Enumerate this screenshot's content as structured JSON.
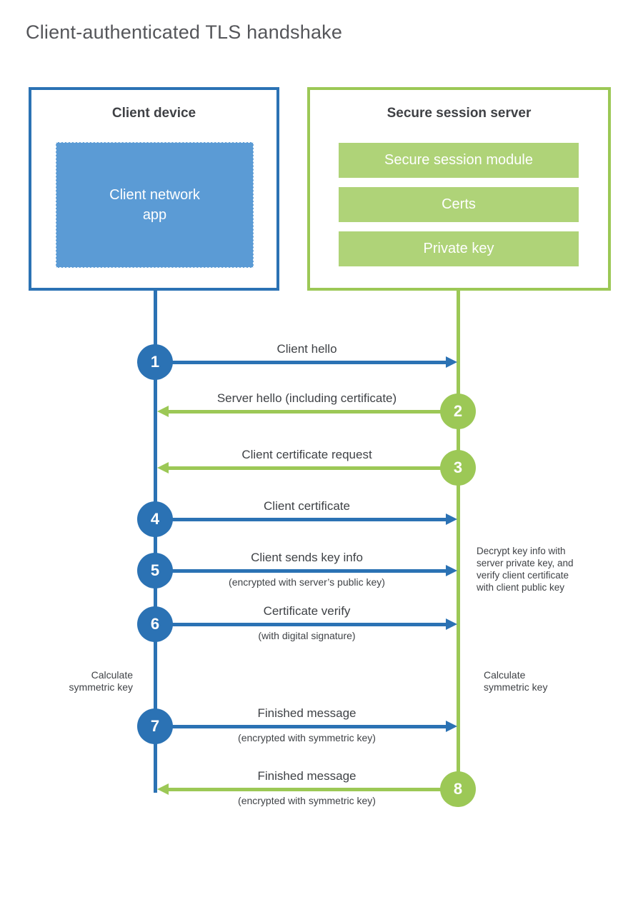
{
  "title": "Client-authenticated TLS handshake",
  "client": {
    "title": "Client device",
    "app_lines": [
      "Client network",
      "app"
    ]
  },
  "server": {
    "title": "Secure session server",
    "modules": [
      "Secure session module",
      "Certs",
      "Private key"
    ]
  },
  "steps": [
    {
      "num": "1",
      "label": "Client hello"
    },
    {
      "num": "2",
      "label": "Server hello (including certificate)"
    },
    {
      "num": "3",
      "label": "Client certificate request"
    },
    {
      "num": "4",
      "label": "Client certificate"
    },
    {
      "num": "5",
      "label": "Client sends key info",
      "sub": "(encrypted with server’s public key)"
    },
    {
      "num": "6",
      "label": "Certificate verify",
      "sub": "(with digital signature)"
    },
    {
      "num": "7",
      "label": "Finished message",
      "sub": "(encrypted with symmetric key)"
    },
    {
      "num": "8",
      "label": "Finished message",
      "sub": "(encrypted with symmetric key)"
    }
  ],
  "notes": {
    "decrypt_lines": [
      "Decrypt key info with",
      "server private key, and",
      "verify client certificate",
      "with client public key"
    ],
    "calc_left_lines": [
      "Calculate",
      "symmetric key"
    ],
    "calc_right_lines": [
      "Calculate",
      "symmetric key"
    ]
  },
  "colors": {
    "blue": "#2B72B4",
    "blue_light": "#5B9BD5",
    "green": "#9CC856",
    "green_light": "#AFD378",
    "text_dark": "#3F4246",
    "title_gray": "#55565A"
  }
}
